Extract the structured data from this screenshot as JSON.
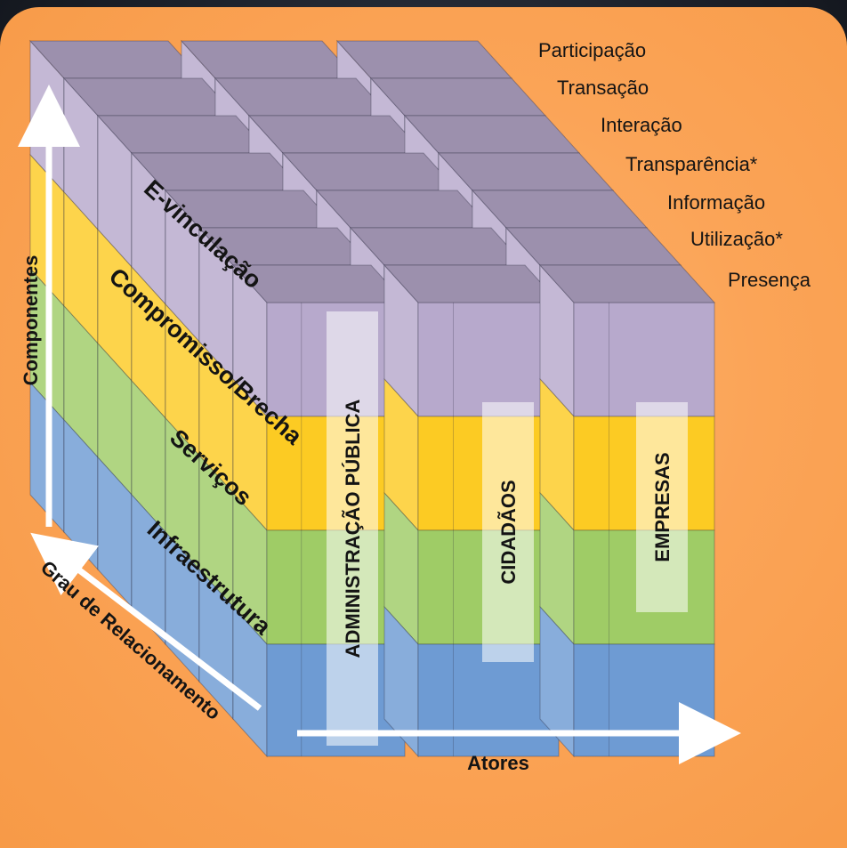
{
  "levels": [
    "Participação",
    "Transação",
    "Interação",
    "Transparência*",
    "Informação",
    "Utilização*",
    "Presença"
  ],
  "axes": {
    "vertical": "Componentes",
    "diagonal": "Grau de Relacionamento",
    "horizontal": "Atores"
  },
  "layers": [
    {
      "label": "E-vinculação",
      "color": "#b7a9cc"
    },
    {
      "label": "Compromisso/Brecha",
      "color": "#fccb23"
    },
    {
      "label": "Serviços",
      "color": "#9fcc66"
    },
    {
      "label": "Infraestrutura",
      "color": "#6e9bd3"
    }
  ],
  "actors": [
    "ADMINISTRAÇÃO PÚBLICA",
    "CIDADÃOS",
    "EMPRESAS"
  ]
}
